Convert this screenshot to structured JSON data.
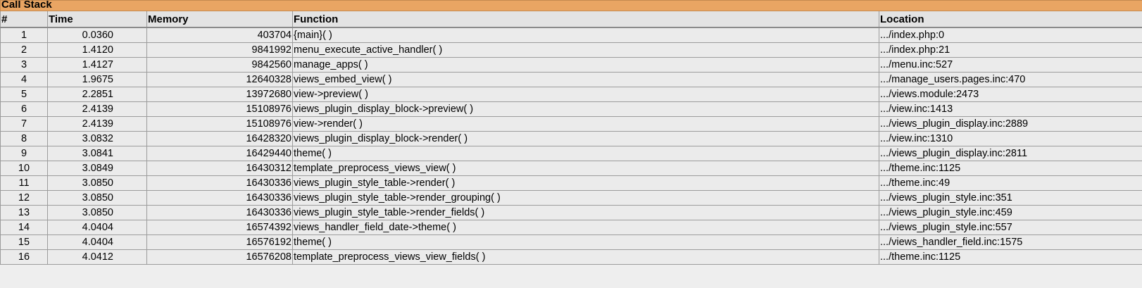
{
  "title": "Call Stack",
  "headers": {
    "num": "#",
    "time": "Time",
    "memory": "Memory",
    "function": "Function",
    "location": "Location"
  },
  "rows": [
    {
      "num": "1",
      "time": "0.0360",
      "memory": "403704",
      "function": "{main}( )",
      "location": ".../index.php:0"
    },
    {
      "num": "2",
      "time": "1.4120",
      "memory": "9841992",
      "function": "menu_execute_active_handler( )",
      "location": ".../index.php:21"
    },
    {
      "num": "3",
      "time": "1.4127",
      "memory": "9842560",
      "function": "manage_apps( )",
      "location": ".../menu.inc:527"
    },
    {
      "num": "4",
      "time": "1.9675",
      "memory": "12640328",
      "function": "views_embed_view( )",
      "location": ".../manage_users.pages.inc:470"
    },
    {
      "num": "5",
      "time": "2.2851",
      "memory": "13972680",
      "function": "view->preview( )",
      "location": ".../views.module:2473"
    },
    {
      "num": "6",
      "time": "2.4139",
      "memory": "15108976",
      "function": "views_plugin_display_block->preview( )",
      "location": ".../view.inc:1413"
    },
    {
      "num": "7",
      "time": "2.4139",
      "memory": "15108976",
      "function": "view->render( )",
      "location": ".../views_plugin_display.inc:2889"
    },
    {
      "num": "8",
      "time": "3.0832",
      "memory": "16428320",
      "function": "views_plugin_display_block->render( )",
      "location": ".../view.inc:1310"
    },
    {
      "num": "9",
      "time": "3.0841",
      "memory": "16429440",
      "function": "theme( )",
      "location": ".../views_plugin_display.inc:2811"
    },
    {
      "num": "10",
      "time": "3.0849",
      "memory": "16430312",
      "function": "template_preprocess_views_view( )",
      "location": ".../theme.inc:1125"
    },
    {
      "num": "11",
      "time": "3.0850",
      "memory": "16430336",
      "function": "views_plugin_style_table->render( )",
      "location": ".../theme.inc:49"
    },
    {
      "num": "12",
      "time": "3.0850",
      "memory": "16430336",
      "function": "views_plugin_style_table->render_grouping( )",
      "location": ".../views_plugin_style.inc:351"
    },
    {
      "num": "13",
      "time": "3.0850",
      "memory": "16430336",
      "function": "views_plugin_style_table->render_fields( )",
      "location": ".../views_plugin_style.inc:459"
    },
    {
      "num": "14",
      "time": "4.0404",
      "memory": "16574392",
      "function": "views_handler_field_date->theme( )",
      "location": ".../views_plugin_style.inc:557"
    },
    {
      "num": "15",
      "time": "4.0404",
      "memory": "16576192",
      "function": "theme( )",
      "location": ".../views_handler_field.inc:1575"
    },
    {
      "num": "16",
      "time": "4.0412",
      "memory": "16576208",
      "function": "template_preprocess_views_view_fields( )",
      "location": ".../theme.inc:1125"
    }
  ]
}
